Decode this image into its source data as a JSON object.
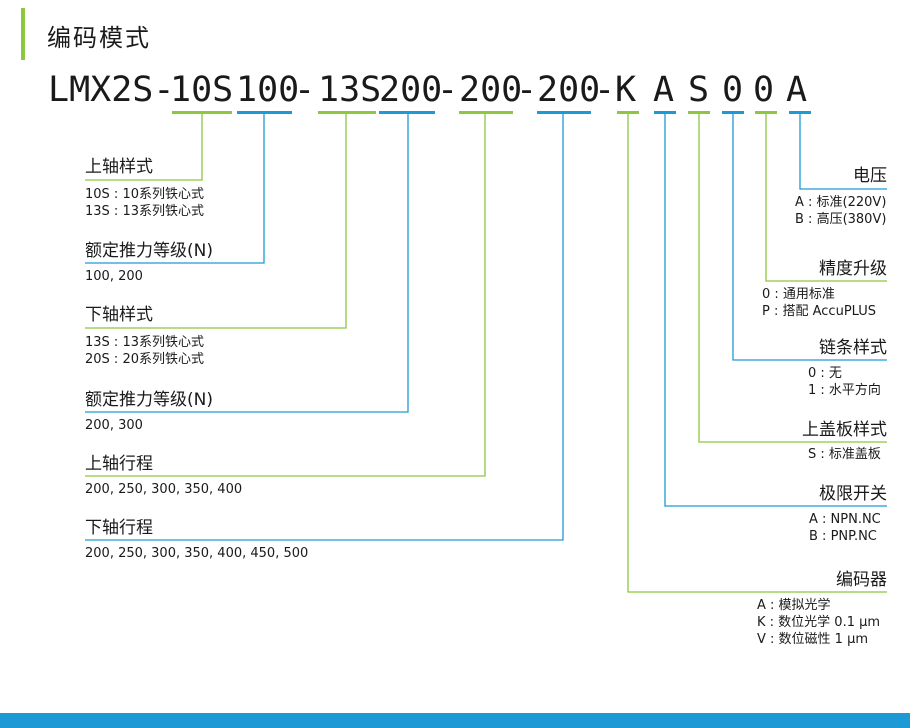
{
  "title": "编码模式",
  "code_segments": [
    {
      "text": "LMX2S-"
    },
    {
      "text": "10S"
    },
    {
      "text": "100"
    },
    {
      "text": "-"
    },
    {
      "text": "13S"
    },
    {
      "text": "200"
    },
    {
      "text": "-"
    },
    {
      "text": "200"
    },
    {
      "text": "-"
    },
    {
      "text": "200"
    },
    {
      "text": "-"
    },
    {
      "text": "K"
    },
    {
      "text": "A"
    },
    {
      "text": "S"
    },
    {
      "text": "0"
    },
    {
      "text": "0"
    },
    {
      "text": "A"
    }
  ],
  "left_fields": [
    {
      "label": "上轴样式",
      "options": [
        "10S : 10系列铁心式",
        "13S : 13系列铁心式"
      ]
    },
    {
      "label": "额定推力等级(N)",
      "options": [
        "100, 200"
      ]
    },
    {
      "label": "下轴样式",
      "options": [
        "13S : 13系列铁心式",
        "20S : 20系列铁心式"
      ]
    },
    {
      "label": "额定推力等级(N)",
      "options": [
        "200, 300"
      ]
    },
    {
      "label": "上轴行程",
      "options": [
        "200, 250, 300, 350, 400"
      ]
    },
    {
      "label": "下轴行程",
      "options": [
        "200, 250, 300, 350, 400, 450, 500"
      ]
    }
  ],
  "right_fields": [
    {
      "label": "电压",
      "options": [
        "A : 标准(220V)",
        "B : 高压(380V)"
      ]
    },
    {
      "label": "精度升级",
      "options": [
        "0 : 通用标准",
        "P : 搭配 AccuPLUS"
      ]
    },
    {
      "label": "链条样式",
      "options": [
        "0 : 无",
        "1 : 水平方向"
      ]
    },
    {
      "label": "上盖板样式",
      "options": [
        "S : 标准盖板"
      ]
    },
    {
      "label": "极限开关",
      "options": [
        "A : NPN.NC",
        "B : PNP.NC"
      ]
    },
    {
      "label": "编码器",
      "options": [
        "A : 模拟光学",
        "K : 数位光学 0.1 μm",
        "V : 数位磁性 1 μm"
      ]
    }
  ],
  "colors": {
    "green": "#8dc63f",
    "blue": "#1d9ad6",
    "text": "#1a1a1a"
  }
}
